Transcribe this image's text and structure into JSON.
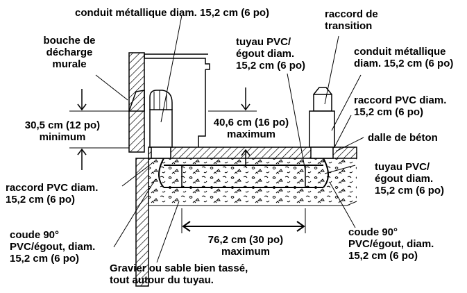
{
  "labels": {
    "top_conduit": "conduit métallique diam. 15,2 cm (6 po)",
    "wall_cap": [
      "bouche de",
      "décharge",
      "murale"
    ],
    "transition": [
      "raccord de",
      "transition"
    ],
    "pvc_pipe_top": [
      "tuyau PVC/",
      "égout diam.",
      "15,2 cm (6 po)"
    ],
    "conduit_right": [
      "conduit  métallique",
      "diam. 15,2 cm (6 po)"
    ],
    "pvc_fitting_right": [
      "raccord PVC diam.",
      "15,2 cm (6 po)"
    ],
    "min_height": [
      "30,5 cm (12 po)",
      "minimum"
    ],
    "max_height": [
      "40,6 cm (16 po)",
      "maximum"
    ],
    "slab": "dalle de béton",
    "pvc_fitting_left": [
      "raccord PVC diam.",
      "15,2 cm (6 po)"
    ],
    "pvc_pipe_right": [
      "tuyau PVC/",
      "égout diam.",
      "15,2 cm (6 po)"
    ],
    "elbow_left": [
      "coude 90°",
      "PVC/égout, diam.",
      "15,2 cm (6 po)"
    ],
    "elbow_right": [
      "coude 90°",
      "PVC/égout, diam.",
      "15,2 cm (6 po)"
    ],
    "max_length": [
      "76,2 cm (30 po)",
      "maximum"
    ],
    "gravel": [
      "Gravier ou sable bien tassé,",
      "tout autour du tuyau."
    ]
  }
}
